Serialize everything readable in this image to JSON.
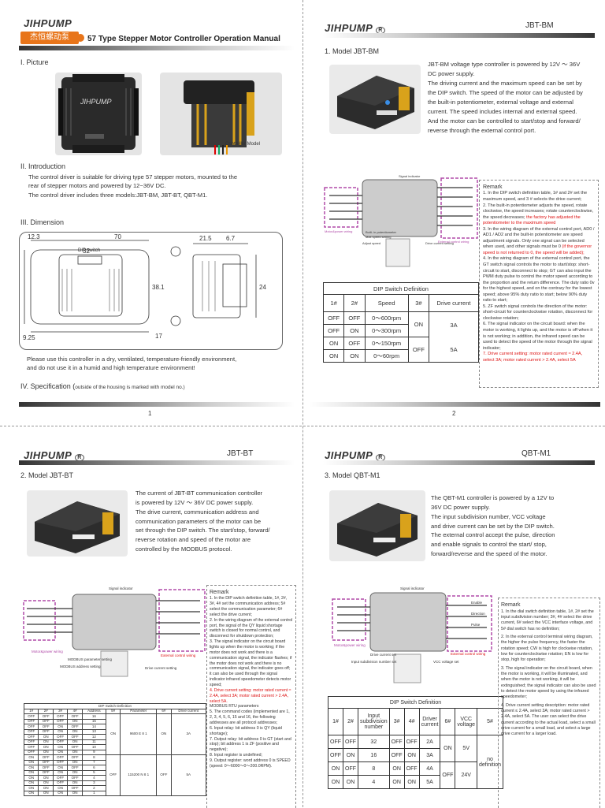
{
  "brand": {
    "logo": "JIHPUMP",
    "cn_logo": "杰恒螺动泵"
  },
  "page1": {
    "title": "57 Type Stepper Motor Controller Operation Manual",
    "section1": "I. Picture",
    "photo_caption": "Controller Model",
    "section2": "II. Introduction",
    "intro_l1": "The control driver is suitable for driving type 57 stepper motors, mounted to the",
    "intro_l2": "rear of stepper motors and powered by 12~36V DC.",
    "intro_l3": "The control driver includes three models:JBT-BM, JBT-BT, QBT-M1.",
    "section3": "III.  Dimension",
    "dip_switch_label": "DIP switch",
    "dims": [
      "12.3",
      "32",
      "70",
      "38.1",
      "9.25",
      "21.5",
      "6.7",
      "24",
      "17"
    ],
    "note_l1": "Please use this controller in a dry, ventilated, temperature-friendly environment,",
    "note_l2": "and do not use it in a humid and high temperature environment!",
    "section4": "IV. Specification (",
    "section4_small": "outside of the housing is marked with model no.)",
    "page_num": "1"
  },
  "page2": {
    "header": "JBT-BM",
    "heading": "1. Model JBT-BM",
    "desc": [
      "JBT-BM voltage type controller is powered by 12V ～ 36V",
      "DC power supply.",
      "The driving current and the maximum speed can be set by",
      "the DIP switch. The speed of the motor can be adjusted by",
      "the built-in potentiometer, external voltage and external",
      "current. The speed includes internal and external speed.",
      "And the motor can be controlled to start/stop and forward/",
      "reverse through the external control port."
    ],
    "diagram_labels": [
      "Signal indicator",
      "Motor&power wiring",
      "Built- in potentiometer",
      "Max speed setting",
      "Adjust speed",
      "Drive current setting",
      "External control wiring"
    ],
    "table_title": "DIP Switch Definition",
    "table_head": [
      "1#",
      "2#",
      "Speed",
      "3#",
      "Drive current"
    ],
    "table_rows": [
      [
        "OFF",
        "OFF",
        "0～600rpm"
      ],
      [
        "OFF",
        "ON",
        "0～300rpm"
      ],
      [
        "ON",
        "OFF",
        "0～150rpm"
      ],
      [
        "ON",
        "ON",
        "0～60rpm"
      ]
    ],
    "table_3": [
      "ON",
      "OFF"
    ],
    "table_cur": [
      "3A",
      "5A"
    ],
    "remark_title": "Remark",
    "remark": [
      {
        "t": "1. In the DIP switch definition table, 1# and 2# set the maximum speed, and 3 # selects the drive current;",
        "r": ""
      },
      {
        "t": "2. The built-in potentiometer adjusts the speed, rotate clockwise, the speed increases; rotate counterclockwise, the speed decreases;",
        "r": "the factory has adjusted the potentiometer to the maximum speed"
      },
      {
        "t": "3. In the wiring diagram of the external control port, AD0 / AD1 / AD2 and the built-in potentiometer are speed adjustment signals. Only one signal can be selected when used, and other signals must be 0",
        "r": "(if the governor speed is not returned to 0, the speed will be added);"
      },
      {
        "t": "4. In the wiring diagram of the external control port, the GT switch signal controls the motor to start/stop: short-circuit to start, disconnect to stop; GT can also input the PWM duty pulse to control the motor speed according to the proportion and the return difference. The duty ratio 0v for the highest speed, and on the contrary for the lowest speed; above 95% duty ratio to start; below 90% duty ratio to start;",
        "r": ""
      },
      {
        "t": "5. ZF switch signal controls the direction of the motor: short-circuit for counterclockwise rotation, disconnect for clockwise rotation;",
        "r": ""
      },
      {
        "t": "6. The signal indicator on the circuit board: when the motor is working, it lights up, and the motor is off when it is not working; in addition, the infrared speed can be used to detect the speed of the motor through the signal indicator;",
        "r": ""
      },
      {
        "t": "",
        "r": "7. Drive current setting: motor rated current ≈ 2.4A, select 3A; motor rated current > 2.4A, select 5A"
      }
    ],
    "page_num": "2"
  },
  "page3": {
    "header": "JBT-BT",
    "heading": "2. Model JBT-BT",
    "desc": [
      "The current of JBT-BT communication controller",
      " is powered by 12V ～ 36V DC power supply.",
      "The drive current, communication address and",
      "communication parameters of the motor can be",
      "set through the DIP switch. The start/stop, forward/",
      "reverse rotation and speed of the motor are",
      "controlled by the MODBUS protocol."
    ],
    "diagram_labels": [
      "Signal indicator",
      "Motor&power wiring",
      "MODBUS parameter setting",
      "MODBUS address setting",
      "External control wiring",
      "Drive current setting"
    ],
    "table_title": "DIP Switch Definition",
    "table_head": [
      "1#",
      "2#",
      "3#",
      "4#",
      "Address",
      "5#",
      "Parameter",
      "6#",
      "Drive current"
    ],
    "table_rows": [
      [
        "OFF",
        "OFF",
        "OFF",
        "OFF",
        "16"
      ],
      [
        "OFF",
        "OFF",
        "OFF",
        "ON",
        "15"
      ],
      [
        "OFF",
        "OFF",
        "ON",
        "OFF",
        "14"
      ],
      [
        "OFF",
        "OFF",
        "ON",
        "ON",
        "13"
      ],
      [
        "OFF",
        "ON",
        "OFF",
        "OFF",
        "12"
      ],
      [
        "OFF",
        "ON",
        "OFF",
        "ON",
        "11"
      ],
      [
        "OFF",
        "ON",
        "ON",
        "OFF",
        "10"
      ],
      [
        "OFF",
        "ON",
        "ON",
        "ON",
        "9"
      ],
      [
        "ON",
        "OFF",
        "OFF",
        "OFF",
        "8"
      ],
      [
        "ON",
        "OFF",
        "OFF",
        "ON",
        "7"
      ],
      [
        "ON",
        "OFF",
        "ON",
        "OFF",
        "6"
      ],
      [
        "ON",
        "OFF",
        "ON",
        "ON",
        "5"
      ],
      [
        "ON",
        "ON",
        "OFF",
        "OFF",
        "4"
      ],
      [
        "ON",
        "ON",
        "OFF",
        "ON",
        "3"
      ],
      [
        "ON",
        "ON",
        "ON",
        "OFF",
        "2"
      ],
      [
        "ON",
        "ON",
        "ON",
        "ON",
        "1"
      ]
    ],
    "table_5": [
      "ON",
      "OFF"
    ],
    "table_param": [
      "9600 E 8 1",
      "115200 N 8 1"
    ],
    "table_6": [
      "ON",
      "OFF"
    ],
    "table_cur": [
      "3A",
      "5A"
    ],
    "remark_title": "Remark",
    "remark": [
      {
        "t": "1. In the DIP switch definition table, 1#, 2#, 3#, 4# set the communication address; 5# select the communication parameter; 6# select the drive current;",
        "r": ""
      },
      {
        "t": "2. In the wiring diagram of the external control port, the signal of the QY liquid shortage switch is closed for normal control, and disconnect for shutdown protection;",
        "r": ""
      },
      {
        "t": "3. The signal indicator on the circuit board lights up when the motor is working; if the motor does not work and there is a communication signal, the indicator flashes; if the motor does not work and there is no communication signal, the indicator goes off; it can also be used through the signal indicator infrared speedometer detects motor speed;",
        "r": ""
      },
      {
        "t": "",
        "r": "4. Drive current setting: motor rated current ≈ 2.4A, select 3A; motor rated current > 2.4A, select 5A."
      },
      {
        "t": "MODBUS RTU parameters",
        "r": ""
      },
      {
        "t": "5. The command codes (implemented are 1, 2, 3, 4, 5, 6, 15 and 16, the following addresses are all protocol addresses;",
        "r": ""
      },
      {
        "t": "6. Input relay: bit address 0 is QY (liquid shortage);",
        "r": ""
      },
      {
        "t": "7. Output relay: bit address 0 is GT (start and stop); bit address 1 is ZF (positive and negative);",
        "r": ""
      },
      {
        "t": "8. Input register is undefined;",
        "r": ""
      },
      {
        "t": "9. Output register: word address 0 is SPEED (speed: 0～6000～0～200.0RPM).",
        "r": ""
      }
    ]
  },
  "page4": {
    "header": "QBT-M1",
    "heading": "3. Model QBT-M1",
    "desc": [
      "The QBT-M1 controller is powered by a 12V to",
      "36V DC power supply.",
      "The input subdivision number, VCC voltage",
      "and drive current can be set by the DIP switch.",
      "The external control accept the pulse, direction",
      "and enable signals to control the start/ stop,",
      "forward/reverse and the speed of the motor."
    ],
    "diagram_labels": [
      "Signal indicator",
      "Motor&power wiring",
      "Drive current set",
      "Input subdivision number set",
      "VCC voltage set",
      "External control wiring",
      "Enable",
      "Direction",
      "Pulse"
    ],
    "table_title": "DIP Switch Definition",
    "table_head": [
      "1#",
      "2#",
      "Input subdivision number",
      "3#",
      "4#",
      "Driver current",
      "6#",
      "VCC voltage",
      "5#"
    ],
    "table_rows": [
      [
        "OFF",
        "OFF",
        "32",
        "OFF",
        "OFF",
        "2A"
      ],
      [
        "OFF",
        "ON",
        "16",
        "OFF",
        "ON",
        "3A"
      ],
      [
        "ON",
        "OFF",
        "8",
        "ON",
        "OFF",
        "4A"
      ],
      [
        "ON",
        "ON",
        "4",
        "ON",
        "ON",
        "5A"
      ]
    ],
    "table_6": [
      "ON",
      "OFF"
    ],
    "table_vcc": [
      "5V",
      "24V"
    ],
    "table_5": "no definition",
    "remark_title": "Remark",
    "remark": [
      {
        "t": "1. In the dial switch definition table, 1#, 2# set the input subdivision number; 3#, 4# select the drive current, 6# select the VCC interface voltage, and 5# dial switch has no definition;",
        "r": ""
      },
      {
        "t": "2. In the external control terminal wiring diagram, the higher the pulse frequency, the faster the rotation speed; CW is high for clockwise rotation, low for counterclockwise rotation; EN is low for stop, high for operation;",
        "r": ""
      },
      {
        "t": "3. The signal indicator on the circuit board, when the motor is working, it will be illuminated, and when the motor is not working, it will be extinguished; the signal indicator can also be used to detect the motor speed by using the infrared speedometer;",
        "r": ""
      },
      {
        "t": "4. Drive current setting description: motor rated current ≤ 2.4A, select 3A; motor rated current > 2.4A, select 5A. The user can select the drive current according to the actual load, select a small drive current for a small load, and select a large drive current for a larger load.",
        "r": ""
      }
    ]
  }
}
